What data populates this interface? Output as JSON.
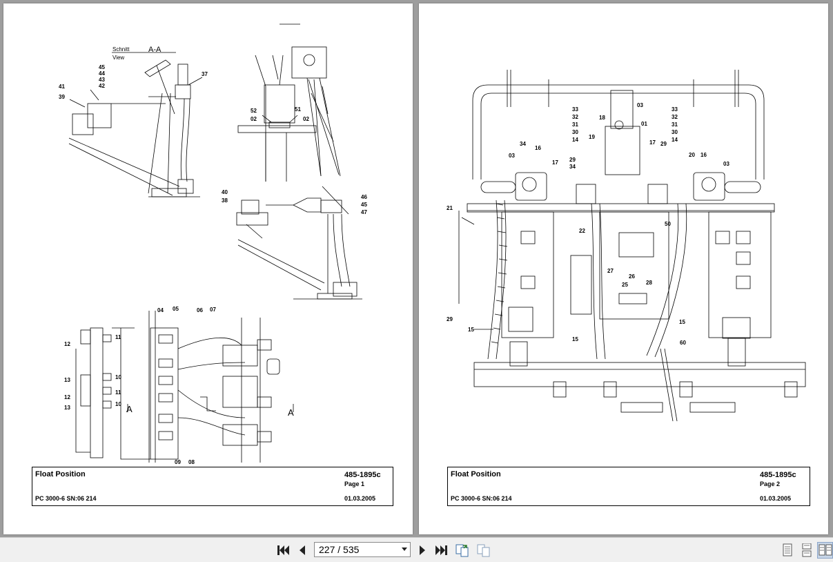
{
  "pages": [
    {
      "title": "Float Position",
      "doc_number": "485-1895c",
      "page_label": "Page 1",
      "model": "PC 3000-6 SN:06 214",
      "date": "01.03.2005",
      "view_label_1": "Schnitt",
      "view_label_2": "View",
      "section_label": "A-A",
      "arrow_label": "A",
      "callouts": [
        "45",
        "44",
        "43",
        "42",
        "41",
        "39",
        "37",
        "52",
        "02",
        "51",
        "02",
        "40",
        "38",
        "46",
        "45",
        "47",
        "04",
        "05",
        "06",
        "07",
        "12",
        "11",
        "10",
        "13",
        "12",
        "11",
        "13",
        "10",
        "09",
        "08"
      ]
    },
    {
      "title": "Float Position",
      "doc_number": "485-1895c",
      "page_label": "Page 2",
      "model": "PC 3000-6 SN:06 214",
      "date": "01.03.2005",
      "callouts": [
        "03",
        "33",
        "32",
        "31",
        "30",
        "14",
        "18",
        "01",
        "17",
        "29",
        "19",
        "33",
        "32",
        "31",
        "30",
        "14",
        "34",
        "16",
        "03",
        "17",
        "29",
        "34",
        "20",
        "16",
        "03",
        "21",
        "22",
        "50",
        "27",
        "25",
        "26",
        "28",
        "29",
        "15",
        "15",
        "15",
        "60"
      ]
    }
  ],
  "toolbar": {
    "current_page": "227",
    "total_pages": "535",
    "separator": "/"
  },
  "icons": {
    "first": "first-page-icon",
    "prev": "prev-page-icon",
    "next": "next-page-icon",
    "last": "last-page-icon",
    "back_view": "previous-view-icon",
    "fwd_view": "next-view-icon",
    "single": "single-page-view-icon",
    "continuous": "continuous-view-icon",
    "two_page": "two-page-view-icon"
  },
  "colors": {
    "background": "#9e9e9e",
    "toolbar": "#f0f0f0",
    "active_view": "#c8d6e8"
  }
}
